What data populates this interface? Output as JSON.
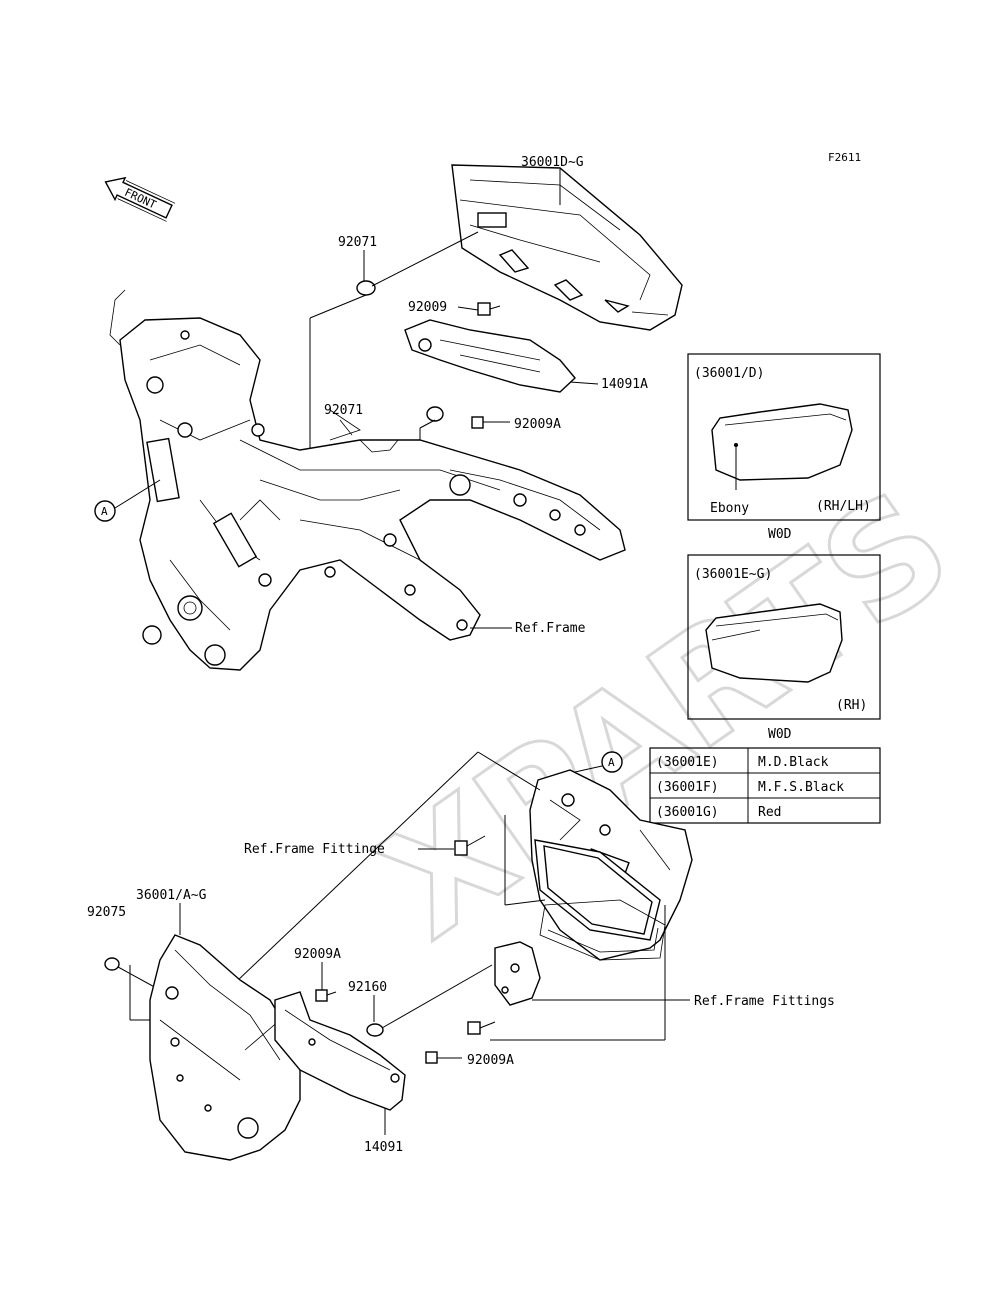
{
  "figure_code": "F2611",
  "front_arrow": "FRONT",
  "watermark": "XPARTS",
  "callouts": {
    "c_36001DG": "36001D~G",
    "c_92071_top": "92071",
    "c_92009": "92009",
    "c_14091A": "14091A",
    "c_92071_mid": "92071",
    "c_92009A_mid": "92009A",
    "c_A_left": "A",
    "c_ref_frame": "Ref.Frame",
    "c_A_right": "A",
    "c_ref_frame_fittings_left": "Ref.Frame Fittinge",
    "c_36001AG": "36001/A~G",
    "c_92075": "92075",
    "c_92009A_low": "92009A",
    "c_92160": "92160",
    "c_92009A_bottom": "92009A",
    "c_14091": "14091",
    "c_ref_frame_fittings_right": "Ref.Frame Fittings"
  },
  "inset_top": {
    "title": "(36001/D)",
    "note": "Ebony",
    "side": "(RH/LH)",
    "caption": "W0D"
  },
  "inset_bottom": {
    "title": "(36001E~G)",
    "side": "(RH)",
    "caption": "W0D"
  },
  "color_table": {
    "rows": [
      {
        "code": "(36001E)",
        "color": "M.D.Black"
      },
      {
        "code": "(36001F)",
        "color": "M.F.S.Black"
      },
      {
        "code": "(36001G)",
        "color": "Red"
      }
    ]
  }
}
